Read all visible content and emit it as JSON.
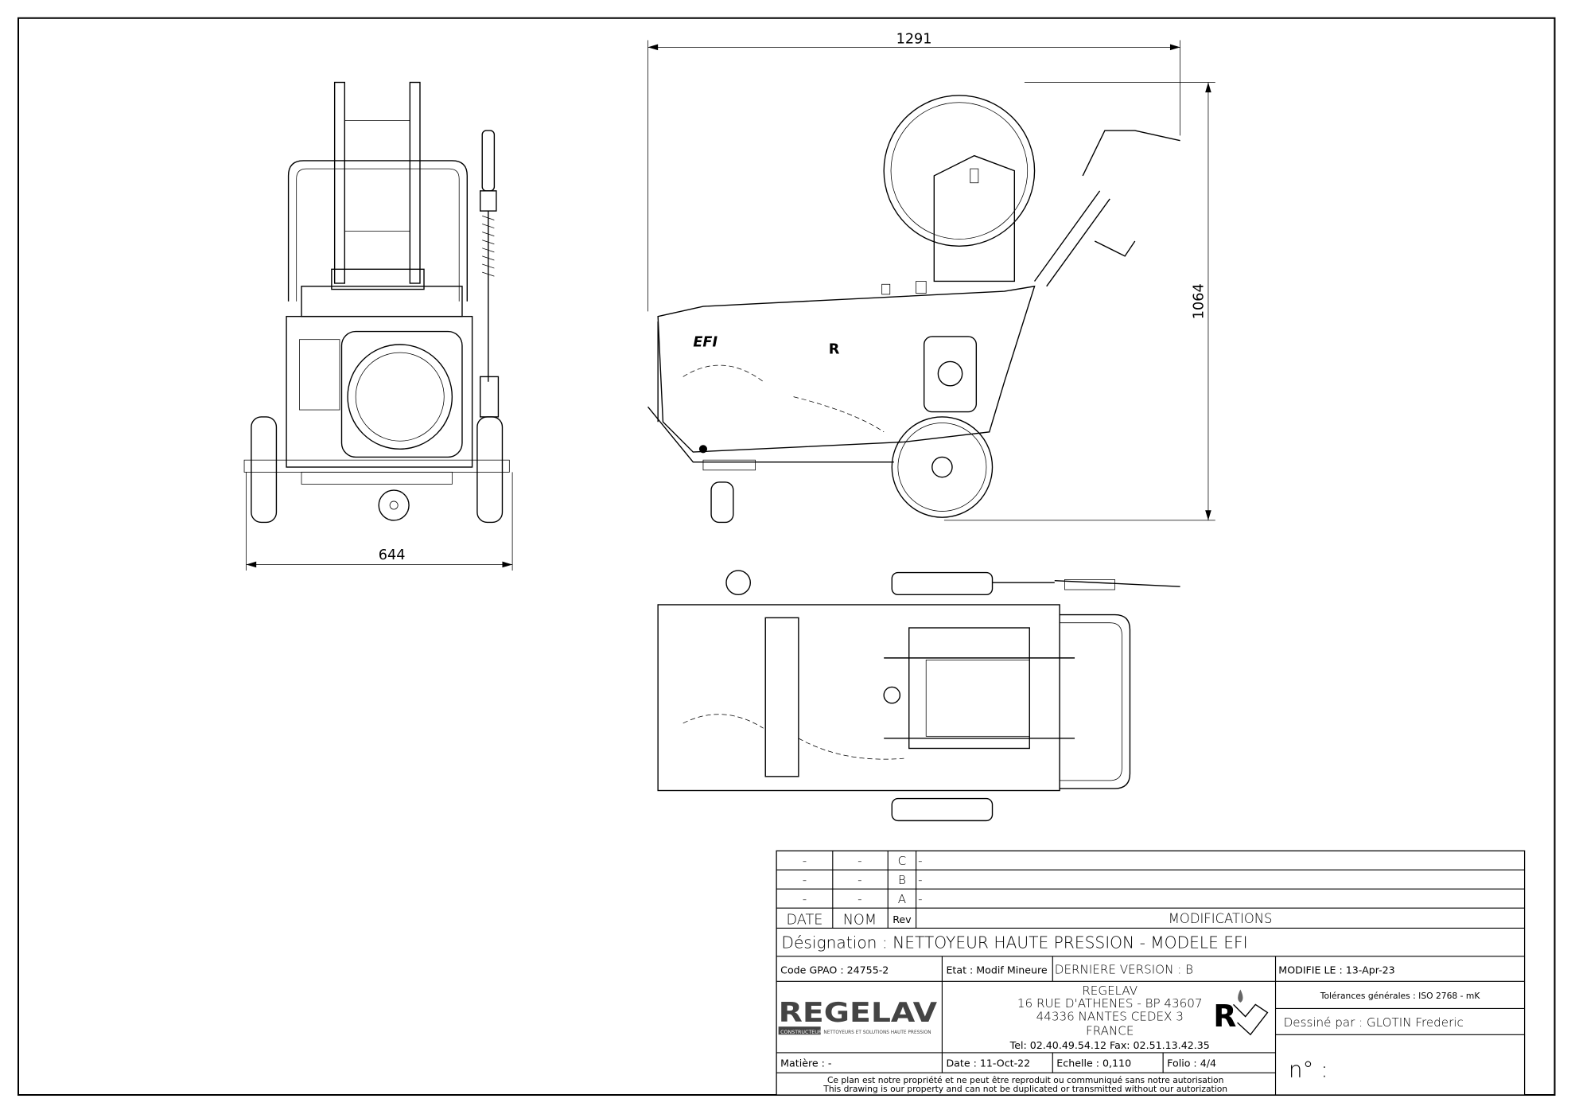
{
  "dimensions": {
    "length": "1291",
    "height": "1064",
    "width": "644"
  },
  "labels": {
    "model_badge": "EFI"
  },
  "revisions": [
    {
      "date": "-",
      "nom": "-",
      "rev": "C",
      "modification": "-"
    },
    {
      "date": "-",
      "nom": "-",
      "rev": "B",
      "modification": "-"
    },
    {
      "date": "-",
      "nom": "-",
      "rev": "A",
      "modification": "-"
    }
  ],
  "headers": {
    "date": "DATE",
    "nom": "NOM",
    "rev": "Rev",
    "modifications": "MODIFICATIONS"
  },
  "designation": "Désignation : NETTOYEUR HAUTE PRESSION - MODELE EFI",
  "code_gpao": "Code GPAO : 24755-2",
  "etat": "Etat : Modif Mineure",
  "derniere_version": "DERNIERE VERSION : B",
  "modifie_le": "MODIFIE LE : 13-Apr-23",
  "company": {
    "logo": "REGELAV",
    "logo_tag1": "CONSTRUCTEUR",
    "logo_tag2": "NETTOYEURS ET SOLUTIONS HAUTE PRESSION",
    "name": "REGELAV",
    "address1": "16 RUE D'ATHENES - BP 43607",
    "address2": "44336 NANTES CEDEX 3",
    "country": "FRANCE",
    "phone": "Tel:   02.40.49.54.12   Fax:   02.51.13.42.35"
  },
  "tolerances": "Tolérances générales : ISO 2768 - mK",
  "dessine_par": "Dessiné par : GLOTIN Frederic",
  "numero": "n° :",
  "matiere": "Matière : -",
  "date": "Date : 11-Oct-22",
  "echelle": "Echelle : 0,110",
  "folio": "Folio : 4/4",
  "notice_fr": "Ce plan est notre propriété et ne peut être reproduit ou communiqué sans notre autorisation",
  "notice_en": "This drawing is our property and can not be duplicated or transmitted without our autorization"
}
